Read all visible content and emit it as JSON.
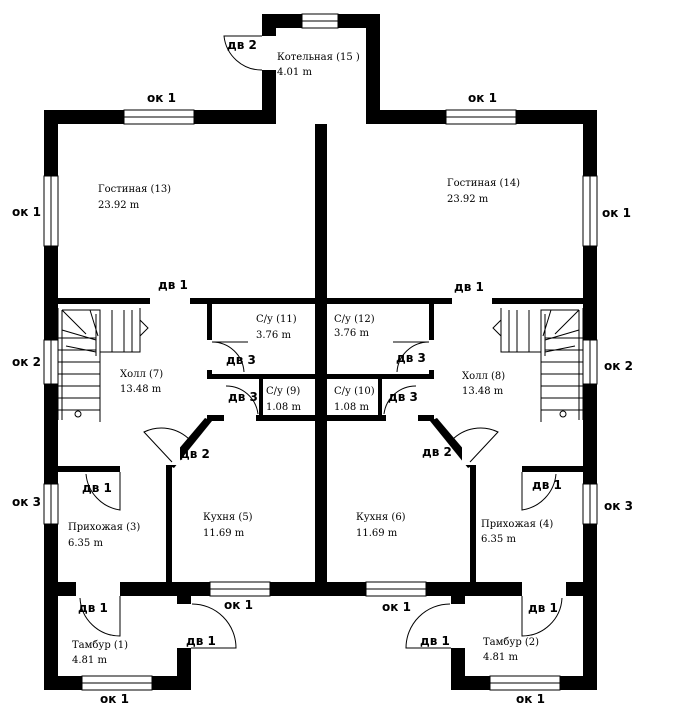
{
  "rooms": {
    "r15": {
      "name": "Котельная (15 )",
      "area": "4.01 m"
    },
    "r13": {
      "name": "Гостиная (13)",
      "area": "23.92 m"
    },
    "r14": {
      "name": "Гостиная (14)",
      "area": "23.92 m"
    },
    "r11": {
      "name": "С/у (11)",
      "area": "3.76 m"
    },
    "r12": {
      "name": "С/у (12)",
      "area": "3.76 m"
    },
    "r9": {
      "name": "С/у (9)",
      "area": "1.08 m"
    },
    "r10": {
      "name": "С/у (10)",
      "area": "1.08 m"
    },
    "r7": {
      "name": "Холл (7)",
      "area": "13.48 m"
    },
    "r8": {
      "name": "Холл (8)",
      "area": "13.48 m"
    },
    "r3": {
      "name": "Прихожая (3)",
      "area": "6.35 m"
    },
    "r4": {
      "name": "Прихожая (4)",
      "area": "6.35 m"
    },
    "r5": {
      "name": "Кухня (5)",
      "area": "11.69 m"
    },
    "r6": {
      "name": "Кухня (6)",
      "area": "11.69 m"
    },
    "r1": {
      "name": "Тамбур (1)",
      "area": "4.81 m"
    },
    "r2": {
      "name": "Тамбур (2)",
      "area": "4.81 m"
    }
  },
  "labels": {
    "window1": "ок 1",
    "window2": "ок 2",
    "window3": "ок 3",
    "door1": "дв 1",
    "door2": "дв 2",
    "door3": "дв 3"
  }
}
